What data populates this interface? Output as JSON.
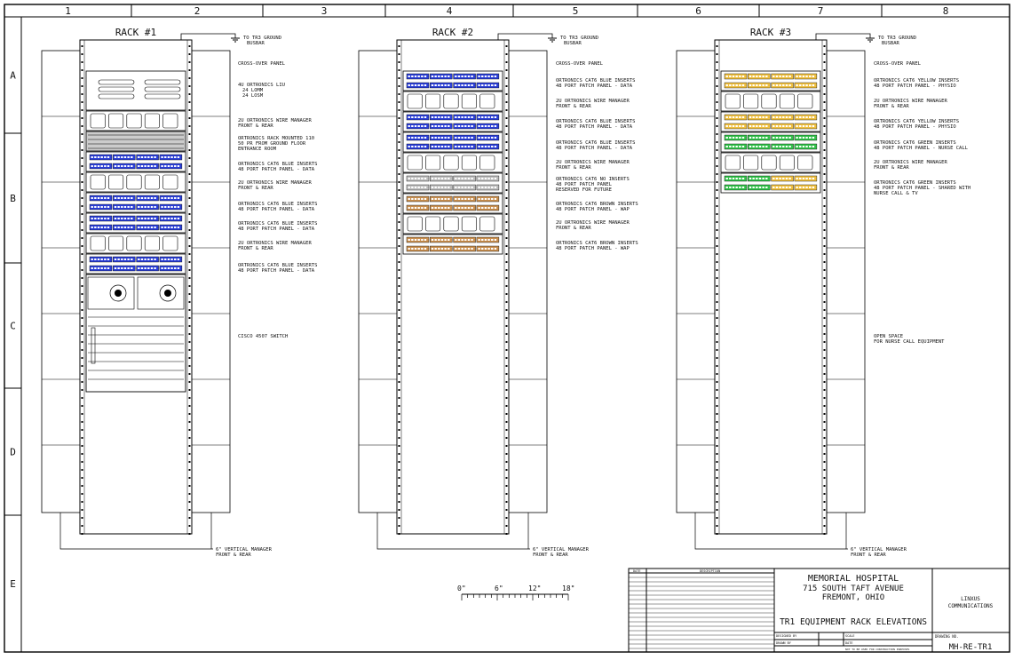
{
  "grid": {
    "columns": [
      "1",
      "2",
      "3",
      "4",
      "5",
      "6",
      "7",
      "8"
    ],
    "rows": [
      "A",
      "B",
      "C",
      "D",
      "E"
    ]
  },
  "racks": [
    {
      "title": "RACK #1",
      "ground": [
        "TO TR3 GROUND",
        "BUSBAR"
      ],
      "vertical_manager": [
        "6\" VERTICAL MANAGER",
        "FRONT & REAR"
      ],
      "labels": [
        [
          "CROSS-OVER PANEL"
        ],
        [
          "4U ORTRONICS LIU",
          "24 LOMM",
          "24 LOSM"
        ],
        [
          "2U ORTRONICS WIRE MANAGER",
          "FRONT & REAR"
        ],
        [
          "ORTRONICS RACK MOUNTED 110",
          "50 PR FROM GROUND FLOOR",
          "ENTRANCE ROOM"
        ],
        [
          "ORTRONICS CAT6 BLUE INSERTS",
          "48 PORT PATCH PANEL - DATA"
        ],
        [
          "2U ORTRONICS WIRE MANAGER",
          "FRONT & REAR"
        ],
        [
          "ORTRONICS CAT6 BLUE INSERTS",
          "48 PORT PATCH PANEL - DATA"
        ],
        [
          "ORTRONICS CAT6 BLUE INSERTS",
          "48 PORT PATCH PANEL - DATA"
        ],
        [
          "2U ORTRONICS WIRE MANAGER",
          "FRONT & REAR"
        ],
        [
          "ORTRONICS CAT6 BLUE INSERTS",
          "48 PORT PATCH PANEL - DATA"
        ],
        [
          "CISCO 4507 SWITCH"
        ]
      ]
    },
    {
      "title": "RACK #2",
      "ground": [
        "TO TR3 GROUND",
        "BUSBAR"
      ],
      "vertical_manager": [
        "6\" VERTICAL MANAGER",
        "FRONT & REAR"
      ],
      "labels": [
        [
          "CROSS-OVER PANEL"
        ],
        [
          "ORTRONICS CAT6 BLUE INSERTS",
          "48 PORT PATCH PANEL - DATA"
        ],
        [
          "2U ORTRONICS WIRE MANAGER",
          "FRONT & REAR"
        ],
        [
          "ORTRONICS CAT6 BLUE INSERTS",
          "48 PORT PATCH PANEL - DATA"
        ],
        [
          "ORTRONICS CAT6 BLUE INSERTS",
          "48 PORT PATCH PANEL - DATA"
        ],
        [
          "2U ORTRONICS WIRE MANAGER",
          "FRONT & REAR"
        ],
        [
          "ORTRONICS CAT6 NO INSERTS",
          "48 PORT PATCH PANEL",
          "RESERVED FOR FUTURE"
        ],
        [
          "ORTRONICS CAT6 BROWN INSERTS",
          "48 PORT PATCH PANEL - WAP"
        ],
        [
          "2U ORTRONICS WIRE MANAGER",
          "FRONT & REAR"
        ],
        [
          "ORTRONICS CAT6 BROWN INSERTS",
          "48 PORT PATCH PANEL - WAP"
        ]
      ]
    },
    {
      "title": "RACK #3",
      "ground": [
        "TO TR3 GROUND",
        "BUSBAR"
      ],
      "vertical_manager": [
        "6\" VERTICAL MANAGER",
        "FRONT & REAR"
      ],
      "labels": [
        [
          "CROSS-OVER PANEL"
        ],
        [
          "ORTRONICS CAT6 YELLOW INSERTS",
          "48 PORT PATCH PANEL - PHYSIO"
        ],
        [
          "2U ORTRONICS WIRE MANAGER",
          "FRONT & REAR"
        ],
        [
          "ORTRONICS CAT6 YELLOW INSERTS",
          "48 PORT PATCH PANEL - PHYSIO"
        ],
        [
          "ORTRONICS CAT6 GREEN INSERTS",
          "48 PORT PATCH PANEL - NURSE CALL"
        ],
        [
          "2U ORTRONICS WIRE MANAGER",
          "FRONT & REAR"
        ],
        [
          "ORTRONICS CAT6 GREEN INSERTS",
          "48 PORT PATCH PANEL - SHARED WITH",
          "NURSE CALL & TV"
        ],
        [
          "OPEN SPACE",
          "FOR NURSE CALL EQUIPMENT"
        ]
      ]
    }
  ],
  "scale_bar": [
    "0\"",
    "6\"",
    "12\"",
    "18\""
  ],
  "title_block": {
    "revision_headers": [
      "DATE",
      "DESCRIPTION"
    ],
    "project": [
      "MEMORIAL HOSPITAL",
      "715 SOUTH TAFT AVENUE",
      "FREMONT, OHIO"
    ],
    "drawing_title": "TR1 EQUIPMENT RACK ELEVATIONS",
    "company": [
      "LINXUS",
      "COMMUNICATIONS"
    ],
    "drawing_no_label": "DRAWING NO.",
    "drawing_no": "MH-RE-TR1",
    "designed_by": "DESIGNED BY",
    "drawn_by": "DRAWN BY",
    "scale_label": "SCALE",
    "date_label": "DATE",
    "note": "NOT TO BE USED FOR CONSTRUCTION PURPOSES"
  },
  "colors": {
    "blue": "#2b3fd8",
    "brown": "#c98f4f",
    "yellow": "#f0c040",
    "green": "#33c24a",
    "gray": "#bdbdbd"
  }
}
